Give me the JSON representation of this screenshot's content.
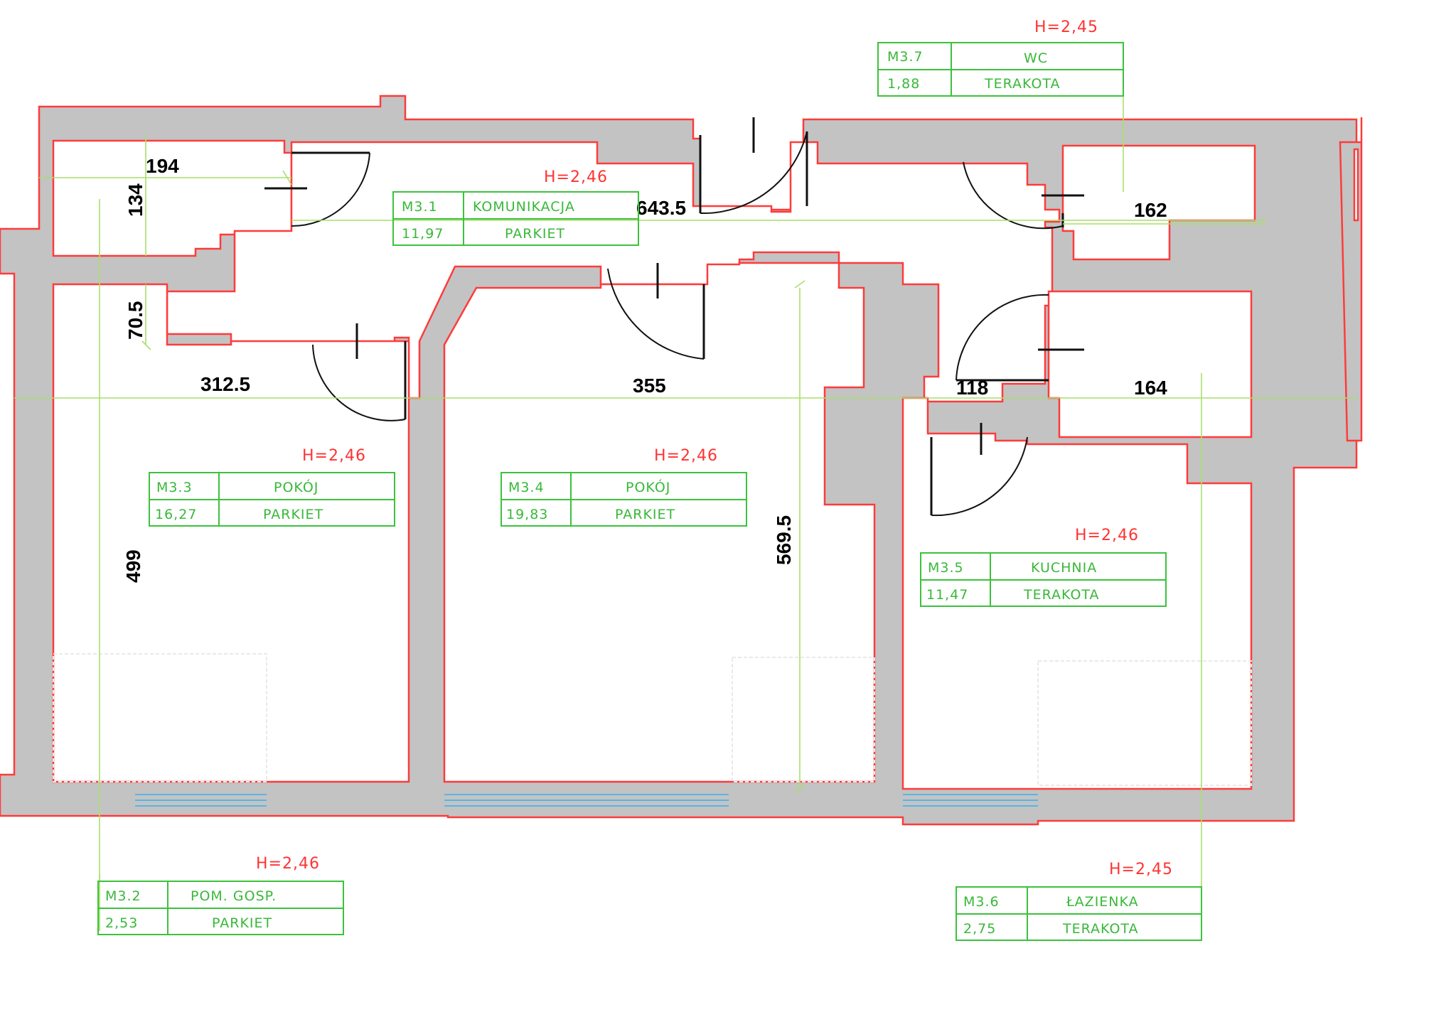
{
  "floor_plan": {
    "rooms": [
      {
        "id": "M3.1",
        "name": "KOMUNIKACJA",
        "area": "11,97",
        "finish": "PARKIET",
        "height": "H=2,46"
      },
      {
        "id": "M3.2",
        "name": "POM. GOSP.",
        "area": "2,53",
        "finish": "PARKIET",
        "height": "H=2,46"
      },
      {
        "id": "M3.3",
        "name": "POKÓJ",
        "area": "16,27",
        "finish": "PARKIET",
        "height": "H=2,46"
      },
      {
        "id": "M3.4",
        "name": "POKÓJ",
        "area": "19,83",
        "finish": "PARKIET",
        "height": "H=2,46"
      },
      {
        "id": "M3.5",
        "name": "KUCHNIA",
        "area": "11,47",
        "finish": "TERAKOTA",
        "height": "H=2,46"
      },
      {
        "id": "M3.6",
        "name": "ŁAZIENKA",
        "area": "2,75",
        "finish": "TERAKOTA",
        "height": "H=2,45"
      },
      {
        "id": "M3.7",
        "name": "WC",
        "area": "1,88",
        "finish": "TERAKOTA",
        "height": "H=2,45"
      }
    ],
    "dimensions": [
      "194",
      "134",
      "643.5",
      "162",
      "70.5",
      "312.5",
      "355",
      "118",
      "164",
      "499",
      "569.5"
    ]
  }
}
